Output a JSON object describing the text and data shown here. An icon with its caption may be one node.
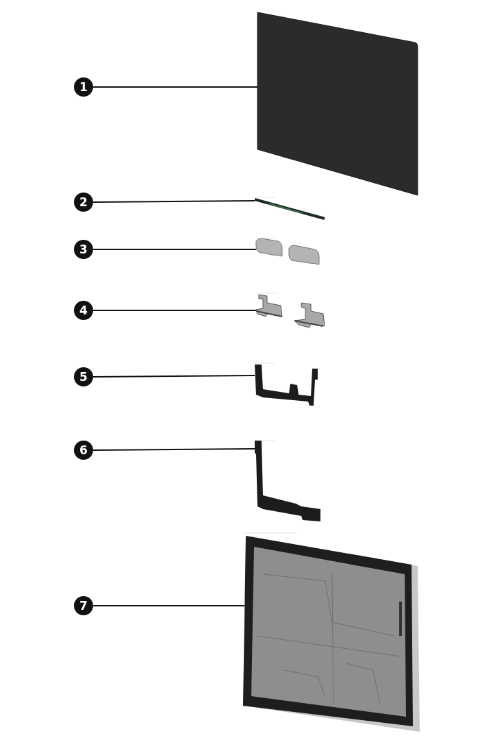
{
  "diagram": {
    "nodes": [
      {
        "text": [
          "1"
        ]
      },
      {
        "text": [],
        "shape": "box"
      },
      {
        "text": [
          "2"
        ]
      },
      {
        "text": [],
        "shape": "picture"
      },
      {
        "text": [
          "3"
        ]
      },
      {
        "text": [],
        "shape": "picture"
      },
      {
        "text": [
          "4"
        ]
      },
      {
        "text": [],
        "shape": "picture"
      },
      {
        "text": [
          "5"
        ]
      },
      {
        "text": [],
        "shape": "picture"
      },
      {
        "text": [
          "6"
        ]
      },
      {
        "text": [],
        "shape": "picture"
      },
      {
        "text": [
          "7"
        ]
      },
      {
        "text": [],
        "shape": "picture"
      }
    ],
    "edges": [
      {
        "from": 0,
        "to": 1,
        "arrow": "none"
      },
      {
        "from": 2,
        "to": 3,
        "arrow": "none"
      },
      {
        "from": 4,
        "to": 5,
        "arrow": "none"
      },
      {
        "from": 6,
        "to": 7,
        "arrow": "none"
      },
      {
        "from": 8,
        "to": 9,
        "arrow": "none"
      },
      {
        "from": 10,
        "to": 11,
        "arrow": "none"
      },
      {
        "from": 12,
        "to": 13,
        "arrow": "none"
      }
    ]
  }
}
